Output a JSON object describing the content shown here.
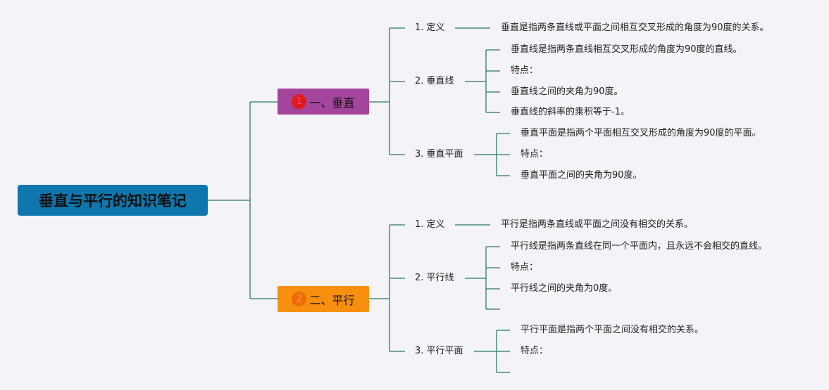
{
  "title": "垂直与平行的知识笔记",
  "branch1": {
    "badge": "1",
    "label": "一、垂直",
    "def_label": "1. 定义",
    "def_text": "垂直是指两条直线或平面之间相互交叉形成的角度为90度的关系。",
    "line_label": "2. 垂直线",
    "line_items": [
      "垂直线是指两条直线相互交叉形成的角度为90度的直线。",
      "特点：",
      "垂直线之间的夹角为90度。",
      "垂直线的斜率的乘积等于-1。"
    ],
    "plane_label": "3. 垂直平面",
    "plane_items": [
      "垂直平面是指两个平面相互交叉形成的角度为90度的平面。",
      "特点：",
      "垂直平面之间的夹角为90度。"
    ]
  },
  "branch2": {
    "badge": "2",
    "label": "二、平行",
    "def_label": "1. 定义",
    "def_text": "平行是指两条直线或平面之间没有相交的关系。",
    "line_label": "2. 平行线",
    "line_items": [
      "平行线是指两条直线在同一个平面内，且永远不会相交的直线。",
      "特点：",
      "平行线之间的夹角为0度。",
      ""
    ],
    "plane_label": "3. 平行平面",
    "plane_items": [
      "平行平面是指两个平面之间没有相交的关系。",
      "特点：",
      ""
    ]
  }
}
